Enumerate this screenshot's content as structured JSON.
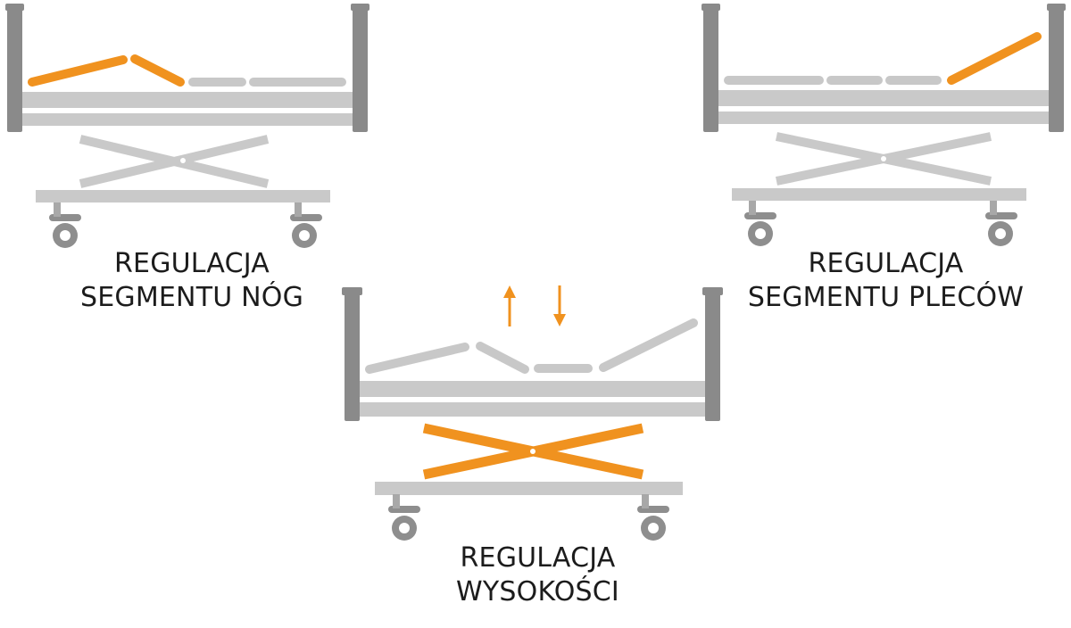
{
  "colors": {
    "accent": "#f0921f",
    "segment": "#c8c8c8",
    "frame": "#c9c9c9",
    "post": "#8a8a8a",
    "wheel": "#8e8e8e",
    "text": "#1c1c1c"
  },
  "panels": [
    {
      "id": "legs",
      "highlight": "leg-segment",
      "caption": [
        "REGULACJA",
        "SEGMENTU NÓG"
      ]
    },
    {
      "id": "back",
      "highlight": "back-segment",
      "caption": [
        "REGULACJA",
        "SEGMENTU PLECÓW"
      ]
    },
    {
      "id": "height",
      "highlight": "scissor-lift",
      "caption": [
        "REGULACJA",
        "WYSOKOŚCI"
      ]
    }
  ],
  "icons": [
    "up-arrow-icon",
    "down-arrow-icon",
    "wheel-icon"
  ]
}
